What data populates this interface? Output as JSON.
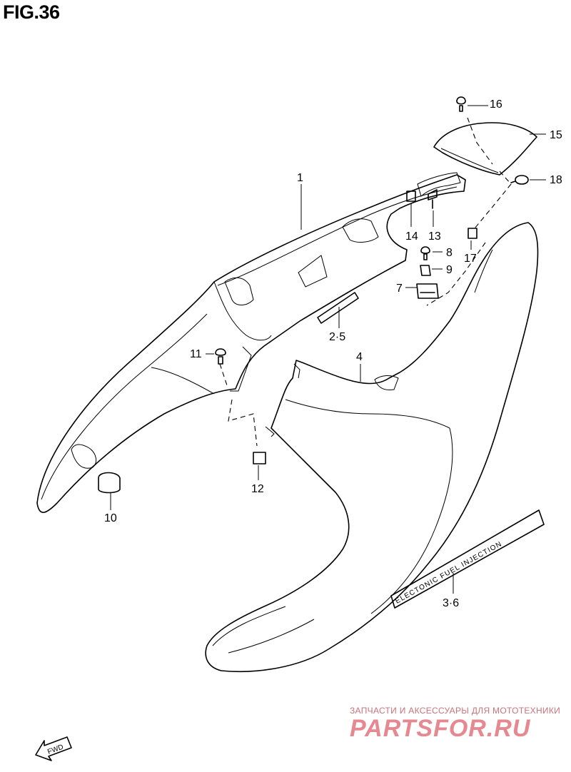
{
  "figure": {
    "title": "FIG.36"
  },
  "callouts": [
    {
      "id": "1",
      "text": "1"
    },
    {
      "id": "2-5",
      "text": "2·5"
    },
    {
      "id": "3-6",
      "text": "3·6"
    },
    {
      "id": "4",
      "text": "4"
    },
    {
      "id": "7",
      "text": "7"
    },
    {
      "id": "8",
      "text": "8"
    },
    {
      "id": "9",
      "text": "9"
    },
    {
      "id": "10",
      "text": "10"
    },
    {
      "id": "11",
      "text": "11"
    },
    {
      "id": "12",
      "text": "12"
    },
    {
      "id": "13",
      "text": "13"
    },
    {
      "id": "14",
      "text": "14"
    },
    {
      "id": "15",
      "text": "15"
    },
    {
      "id": "16",
      "text": "16"
    },
    {
      "id": "17",
      "text": "17"
    },
    {
      "id": "18",
      "text": "18"
    }
  ],
  "decal_text": "ELECTONIC FUEL INJECTION",
  "fwd_label": "FWD",
  "watermark": {
    "tagline": "ЗАПЧАСТИ И АКСЕССУАРЫ ДЛЯ МОТОТЕХНИКИ",
    "brand": "PARTSFOR.RU"
  }
}
